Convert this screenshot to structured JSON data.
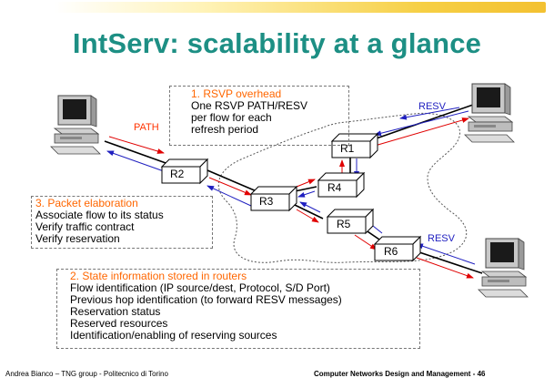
{
  "slide": {
    "title": "IntServ: scalability at a glance",
    "box1": {
      "heading": "1. RSVP overhead",
      "lines": [
        "One RSVP PATH/RESV",
        "per flow for each",
        "refresh period"
      ]
    },
    "box2": {
      "heading": "2. State information stored in routers",
      "lines": [
        "Flow identification (IP source/dest, Protocol, S/D Port)",
        "Previous hop identification (to forward RESV messages)",
        "Reservation status",
        "Reserved resources",
        "Identification/enabling of reserving sources"
      ]
    },
    "box3": {
      "heading": "3. Packet elaboration",
      "lines": [
        "Associate flow to its status",
        "Verify traffic contract",
        "Verify reservation"
      ]
    },
    "labels": {
      "path": "PATH",
      "resv_top": "RESV",
      "resv_right": "RESV"
    },
    "routers": [
      "R1",
      "R2",
      "R3",
      "R4",
      "R5",
      "R6"
    ],
    "footer": {
      "left": "Andrea Bianco – TNG group - Politecnico di Torino",
      "right": "Computer Networks Design and Management - 46"
    },
    "colors": {
      "title": "#1d8f84",
      "accent": "#ff6600",
      "path_arrow": "#e00000",
      "resv_arrow": "#2020c0"
    }
  }
}
